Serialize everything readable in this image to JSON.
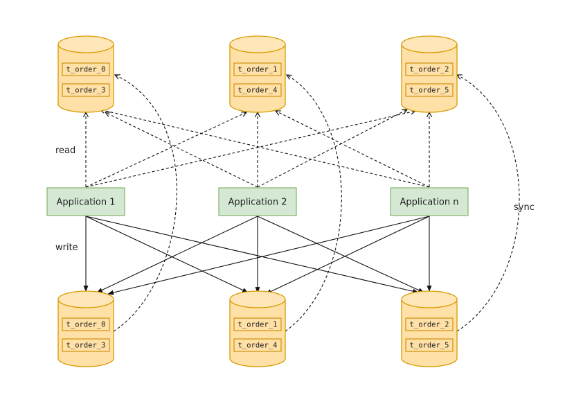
{
  "applications": [
    {
      "id": "app1",
      "label": "Application 1"
    },
    {
      "id": "app2",
      "label": "Application 2"
    },
    {
      "id": "appn",
      "label": "Application n"
    }
  ],
  "read_databases": [
    {
      "id": "r0",
      "tables": [
        "t_order_0",
        "t_order_3"
      ]
    },
    {
      "id": "r1",
      "tables": [
        "t_order_1",
        "t_order_4"
      ]
    },
    {
      "id": "r2",
      "tables": [
        "t_order_2",
        "t_order_5"
      ]
    }
  ],
  "write_databases": [
    {
      "id": "w0",
      "tables": [
        "t_order_0",
        "t_order_3"
      ]
    },
    {
      "id": "w1",
      "tables": [
        "t_order_1",
        "t_order_4"
      ]
    },
    {
      "id": "w2",
      "tables": [
        "t_order_2",
        "t_order_5"
      ]
    }
  ],
  "labels": {
    "read": "read",
    "write": "write",
    "sync": "sync"
  },
  "colors": {
    "app_fill": "#d5e8d4",
    "app_stroke": "#82b366",
    "db_fill": "#ffe0a6",
    "db_stroke": "#d79b00"
  }
}
